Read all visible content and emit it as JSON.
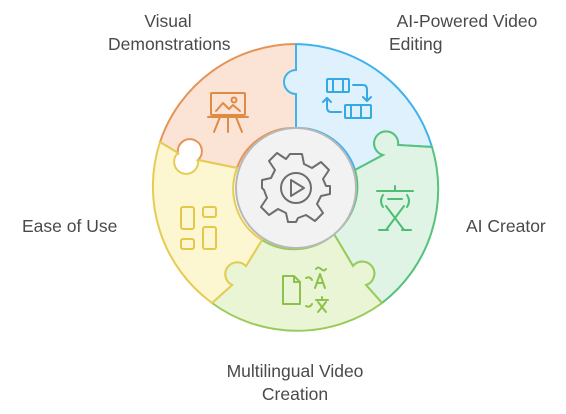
{
  "labels": {
    "visual_demonstrations": [
      "Visual",
      "Demonstrations"
    ],
    "ai_video_editing": [
      "AI-Powered Video",
      "Editing"
    ],
    "ai_creator": "AI Creator",
    "multilingual": [
      "Multilingual Video",
      "Creation"
    ],
    "ease_of_use": "Ease of Use"
  },
  "colors": {
    "visual_demonstrations": {
      "fill": "#fbe4d6",
      "stroke": "#e59457"
    },
    "ai_video_editing": {
      "fill": "#dff1fc",
      "stroke": "#3fb3ea"
    },
    "ai_creator": {
      "fill": "#e0f4e6",
      "stroke": "#57c27c"
    },
    "multilingual": {
      "fill": "#eaf5d6",
      "stroke": "#9acb5a"
    },
    "ease_of_use": {
      "fill": "#fcf6d1",
      "stroke": "#e5cc52"
    },
    "center": {
      "fill": "#f2f2f2",
      "stroke": "#b8b8b8"
    },
    "text": "#4a4a4a"
  },
  "icons": {
    "visual_demonstrations": "presentation-easel-icon",
    "ai_video_editing": "film-swap-icon",
    "ai_creator": "language-translate-icon",
    "multilingual": "document-translate-icon",
    "ease_of_use": "dashboard-layout-icon",
    "center": "gear-play-icon"
  }
}
